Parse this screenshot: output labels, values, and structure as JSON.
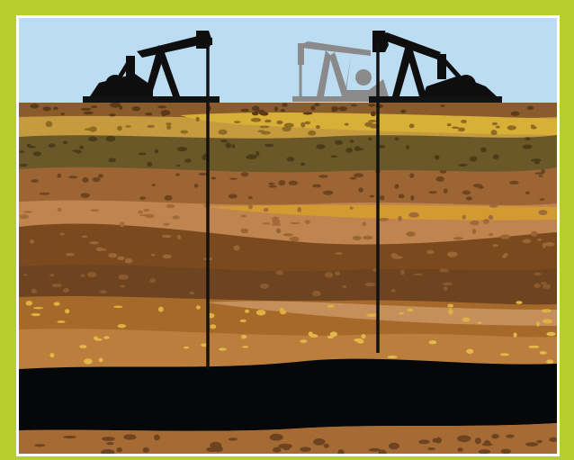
{
  "colors": {
    "frame": "#B7CF2E",
    "sky": "#BCDCF2",
    "oil": "#050708",
    "pumpjack_front": "#0E0E0E",
    "pumpjack_back": "#8A8A8A",
    "well_pipe": "#121212"
  },
  "scene": {
    "pumpjacks": [
      {
        "name": "pumpjack-left",
        "shade": "dark"
      },
      {
        "name": "pumpjack-center",
        "shade": "grey"
      },
      {
        "name": "pumpjack-right",
        "shade": "dark"
      }
    ],
    "wells": [
      "well-pipe-left",
      "well-pipe-right"
    ],
    "strata": [
      "topsoil",
      "yellow-sand",
      "olive-layer",
      "brown-gravel",
      "tan-clay",
      "dark-brown-rock",
      "ochre-sandstone",
      "oil-reservoir",
      "bedrock"
    ]
  }
}
